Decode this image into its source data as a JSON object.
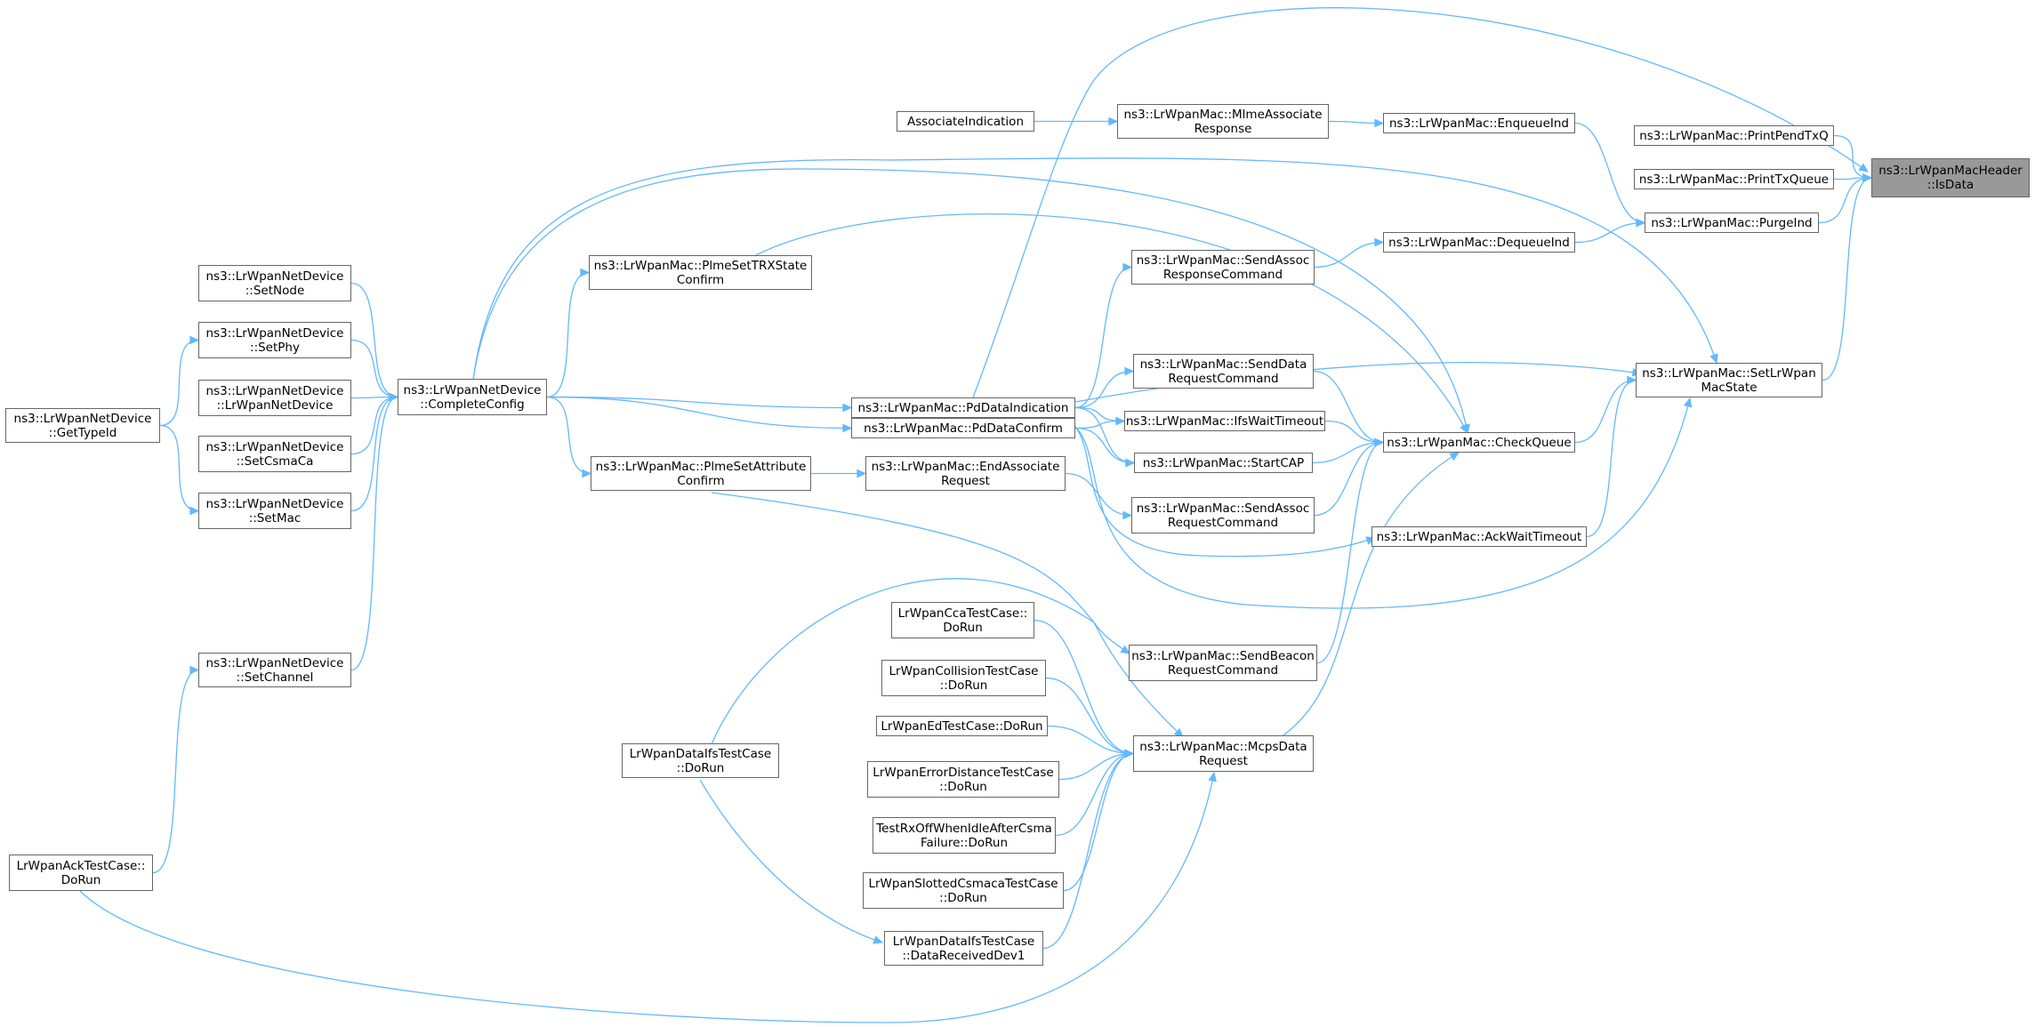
{
  "graph": {
    "root": "n_root",
    "colors": {
      "edge": "#63b8ff",
      "node_border": "#666666",
      "root_fill": "#999999",
      "node_fill": "#ffffff"
    },
    "nodes": [
      {
        "id": "n_root",
        "lines": [
          "ns3::LrWpanMacHeader",
          "::IsData"
        ]
      },
      {
        "id": "n_printpend",
        "lines": [
          "ns3::LrWpanMac::PrintPendTxQ"
        ]
      },
      {
        "id": "n_printtx",
        "lines": [
          "ns3::LrWpanMac::PrintTxQueue"
        ]
      },
      {
        "id": "n_purgeind",
        "lines": [
          "ns3::LrWpanMac::PurgeInd"
        ]
      },
      {
        "id": "n_setstate",
        "lines": [
          "ns3::LrWpanMac::SetLrWpan",
          "MacState"
        ]
      },
      {
        "id": "n_pddataind",
        "lines": [
          "ns3::LrWpanMac::PdDataIndication"
        ]
      },
      {
        "id": "n_enqueue",
        "lines": [
          "ns3::LrWpanMac::EnqueueInd"
        ]
      },
      {
        "id": "n_dequeue",
        "lines": [
          "ns3::LrWpanMac::DequeueInd"
        ]
      },
      {
        "id": "n_assocresp",
        "lines": [
          "ns3::LrWpanMac::MlmeAssociate",
          "Response"
        ]
      },
      {
        "id": "n_assocind",
        "lines": [
          "AssociateIndication"
        ]
      },
      {
        "id": "n_sendassocresp",
        "lines": [
          "ns3::LrWpanMac::SendAssoc",
          "ResponseCommand"
        ]
      },
      {
        "id": "n_checkqueue",
        "lines": [
          "ns3::LrWpanMac::CheckQueue"
        ]
      },
      {
        "id": "n_ackwait",
        "lines": [
          "ns3::LrWpanMac::AckWaitTimeout"
        ]
      },
      {
        "id": "n_completeconfig",
        "lines": [
          "ns3::LrWpanNetDevice",
          "::CompleteConfig"
        ]
      },
      {
        "id": "n_plmetrx",
        "lines": [
          "ns3::LrWpanMac::PlmeSetTRXState",
          "Confirm"
        ]
      },
      {
        "id": "n_pddataconfirm",
        "lines": [
          "ns3::LrWpanMac::PdDataConfirm"
        ]
      },
      {
        "id": "n_senddatareq",
        "lines": [
          "ns3::LrWpanMac::SendData",
          "RequestCommand"
        ]
      },
      {
        "id": "n_ifswait",
        "lines": [
          "ns3::LrWpanMac::IfsWaitTimeout"
        ]
      },
      {
        "id": "n_startcap",
        "lines": [
          "ns3::LrWpanMac::StartCAP"
        ]
      },
      {
        "id": "n_sendassocreq",
        "lines": [
          "ns3::LrWpanMac::SendAssoc",
          "RequestCommand"
        ]
      },
      {
        "id": "n_sendbeacon",
        "lines": [
          "ns3::LrWpanMac::SendBeacon",
          "RequestCommand"
        ]
      },
      {
        "id": "n_mcpsdata",
        "lines": [
          "ns3::LrWpanMac::McpsData",
          "Request"
        ]
      },
      {
        "id": "n_endassoc",
        "lines": [
          "ns3::LrWpanMac::EndAssociate",
          "Request"
        ]
      },
      {
        "id": "n_plmeattr",
        "lines": [
          "ns3::LrWpanMac::PlmeSetAttribute",
          "Confirm"
        ]
      },
      {
        "id": "n_setnode",
        "lines": [
          "ns3::LrWpanNetDevice",
          "::SetNode"
        ]
      },
      {
        "id": "n_setphy",
        "lines": [
          "ns3::LrWpanNetDevice",
          "::SetPhy"
        ]
      },
      {
        "id": "n_ctor",
        "lines": [
          "ns3::LrWpanNetDevice",
          "::LrWpanNetDevice"
        ]
      },
      {
        "id": "n_setcsma",
        "lines": [
          "ns3::LrWpanNetDevice",
          "::SetCsmaCa"
        ]
      },
      {
        "id": "n_setmac",
        "lines": [
          "ns3::LrWpanNetDevice",
          "::SetMac"
        ]
      },
      {
        "id": "n_gettypeid",
        "lines": [
          "ns3::LrWpanNetDevice",
          "::GetTypeId"
        ]
      },
      {
        "id": "n_setchannel",
        "lines": [
          "ns3::LrWpanNetDevice",
          "::SetChannel"
        ]
      },
      {
        "id": "n_acktest",
        "lines": [
          "LrWpanAckTestCase::",
          "DoRun"
        ]
      },
      {
        "id": "n_ifsdorun",
        "lines": [
          "LrWpanDataIfsTestCase",
          "::DoRun"
        ]
      },
      {
        "id": "n_ifsrecv",
        "lines": [
          "LrWpanDataIfsTestCase",
          "::DataReceivedDev1"
        ]
      },
      {
        "id": "n_ccatest",
        "lines": [
          "LrWpanCcaTestCase::",
          "DoRun"
        ]
      },
      {
        "id": "n_colltest",
        "lines": [
          "LrWpanCollisionTestCase",
          "::DoRun"
        ]
      },
      {
        "id": "n_edtest",
        "lines": [
          "LrWpanEdTestCase::DoRun"
        ]
      },
      {
        "id": "n_errdist",
        "lines": [
          "LrWpanErrorDistanceTestCase",
          "::DoRun"
        ]
      },
      {
        "id": "n_rxoff",
        "lines": [
          "TestRxOffWhenIdleAfterCsma",
          "Failure::DoRun"
        ]
      },
      {
        "id": "n_slotted",
        "lines": [
          "LrWpanSlottedCsmacaTestCase",
          "::DoRun"
        ]
      }
    ]
  }
}
